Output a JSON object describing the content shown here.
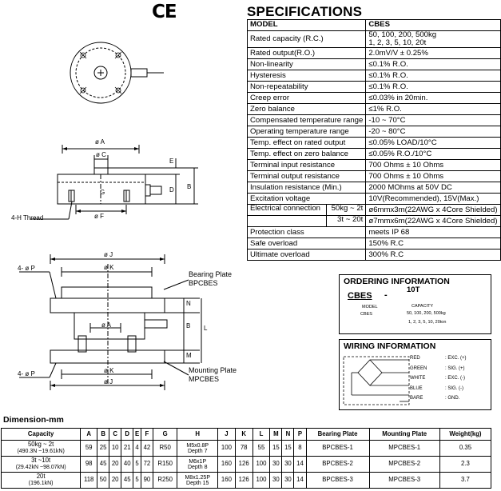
{
  "ce_mark": "CE",
  "spec_title": "SPECIFICATIONS",
  "spec_rows": [
    {
      "label": "MODEL",
      "value": "CBES",
      "bold": true
    },
    {
      "label": "Rated capacity (R.C.)",
      "value": "50, 100, 200, 500kg",
      "value2": "1, 2, 3, 5, 10, 20t"
    },
    {
      "label": "Rated output(R.O.)",
      "value": "2.0mV/V ± 0.25%"
    },
    {
      "label": "Non-linearity",
      "value": "≤0.1% R.O."
    },
    {
      "label": "Hysteresis",
      "value": "≤0.1% R.O."
    },
    {
      "label": "Non-repeatability",
      "value": "≤0.1% R.O."
    },
    {
      "label": "Creep error",
      "value": "≤0.03% in 20min."
    },
    {
      "label": "Zero balance",
      "value": "≤1% R.O."
    },
    {
      "label": "Compensated temperature range",
      "value": "-10 ~ 70°C"
    },
    {
      "label": "Operating temperature range",
      "value": "-20 ~ 80°C"
    },
    {
      "label": "Temp. effect on rated output",
      "value": "≤0.05% LOAD/10°C"
    },
    {
      "label": "Temp. effect on zero balance",
      "value": "≤0.05% R.O./10°C"
    },
    {
      "label": "Terminal input resistance",
      "value": "700 Ohms ± 10 Ohms"
    },
    {
      "label": "Terminal output resistance",
      "value": "700 Ohms ± 10 Ohms"
    },
    {
      "label": "Insulation resistance (Min.)",
      "value": "2000 MOhms at 50V DC"
    },
    {
      "label": "Excitation voltage",
      "value": "10V(Recommended), 15V(Max.)"
    }
  ],
  "electrical": {
    "label": "Electrical connection",
    "rows": [
      {
        "range": "50kg ~ 2t",
        "value": "ø6mmx3m(22AWG x 4Core Shielded)"
      },
      {
        "range": "3t ~ 20t",
        "value": "ø7mmx6m(22AWG x 4Core Shielded)"
      }
    ]
  },
  "spec_rows_tail": [
    {
      "label": "Protection class",
      "value": "meets IP 68"
    },
    {
      "label": "Safe overload",
      "value": "150% R.C"
    },
    {
      "label": "Ultimate overload",
      "value": "300% R.C"
    }
  ],
  "ordering": {
    "title": "ORDERING INFORMATION",
    "model_code": "CBES",
    "dash": "-",
    "capacity_code": "10T",
    "model_label": "MODEL",
    "model_value": "CBES",
    "capacity_label": "CAPACITY",
    "capacity_line1": "50, 100, 200, 500kg",
    "capacity_line2": "1, 2, 3, 5, 10, 20ton"
  },
  "wiring": {
    "title": "WIRING INFORMATION",
    "wires": [
      {
        "color_name": "RED",
        "signal": ": EXC. (+)",
        "color": "#000000"
      },
      {
        "color_name": "GREEN",
        "signal": ": SIG. (+)",
        "color": "#000000"
      },
      {
        "color_name": "WHITE",
        "signal": ": EXC. (-)",
        "color": "#000000"
      },
      {
        "color_name": "BLUE",
        "signal": ": SIG. (-)",
        "color": "#000000"
      },
      {
        "color_name": "BARE",
        "signal": ": GND.",
        "color": "#000000"
      }
    ]
  },
  "drawing": {
    "phi_a": "ø A",
    "phi_c": "ø C",
    "phi_f": "ø F",
    "g": "G",
    "e": "E",
    "d": "D",
    "b": "B",
    "thread": "4-H Thread",
    "phi_j": "ø J",
    "phi_k": "ø K",
    "phi_a2": "ø A",
    "n": "N",
    "b2": "B",
    "l": "L",
    "m": "M",
    "phi_k2": "ø K",
    "phi_j2": "ø J",
    "p_top": "4- ø P",
    "p_bottom": "4- ø P",
    "bearing_plate": "Bearing Plate",
    "bearing_model": "BPCBES",
    "mounting_plate": "Mounting Plate",
    "mounting_model": "MPCBES"
  },
  "dimension_title": "Dimension-mm",
  "dimension_headers": [
    "Capacity",
    "A",
    "B",
    "C",
    "D",
    "E",
    "F",
    "G",
    "H",
    "J",
    "K",
    "L",
    "M",
    "N",
    "P",
    "Bearing Plate",
    "Mounting Plate",
    "Weight(kg)"
  ],
  "dimension_rows": [
    {
      "cap1": "50kg ~ 2t",
      "cap2": "(490.3N ~19.61kN)",
      "A": "59",
      "B": "25",
      "C": "10",
      "D": "21",
      "E": "4",
      "F": "42",
      "G": "R50",
      "H1": "M5x0.8P",
      "H2": "Depth 7",
      "J": "100",
      "K": "78",
      "L": "55",
      "M": "15",
      "N": "15",
      "P": "8",
      "bp": "BPCBES-1",
      "mp": "MPCBES-1",
      "w": "0.35"
    },
    {
      "cap1": "3t ~10t",
      "cap2": "(29.42kN ~98.07kN)",
      "A": "98",
      "B": "45",
      "C": "20",
      "D": "40",
      "E": "5",
      "F": "72",
      "G": "R150",
      "H1": "M6x1P",
      "H2": "Depth 8",
      "J": "160",
      "K": "126",
      "L": "100",
      "M": "30",
      "N": "30",
      "P": "14",
      "bp": "BPCBES-2",
      "mp": "MPCBES-2",
      "w": "2.3"
    },
    {
      "cap1": "20t",
      "cap2": "(196.1kN)",
      "A": "118",
      "B": "50",
      "C": "20",
      "D": "45",
      "E": "5",
      "F": "90",
      "G": "R250",
      "H1": "M8x1.25P",
      "H2": "Depth 15",
      "J": "160",
      "K": "126",
      "L": "100",
      "M": "30",
      "N": "30",
      "P": "14",
      "bp": "BPCBES-3",
      "mp": "MPCBES-3",
      "w": "3.7"
    }
  ]
}
